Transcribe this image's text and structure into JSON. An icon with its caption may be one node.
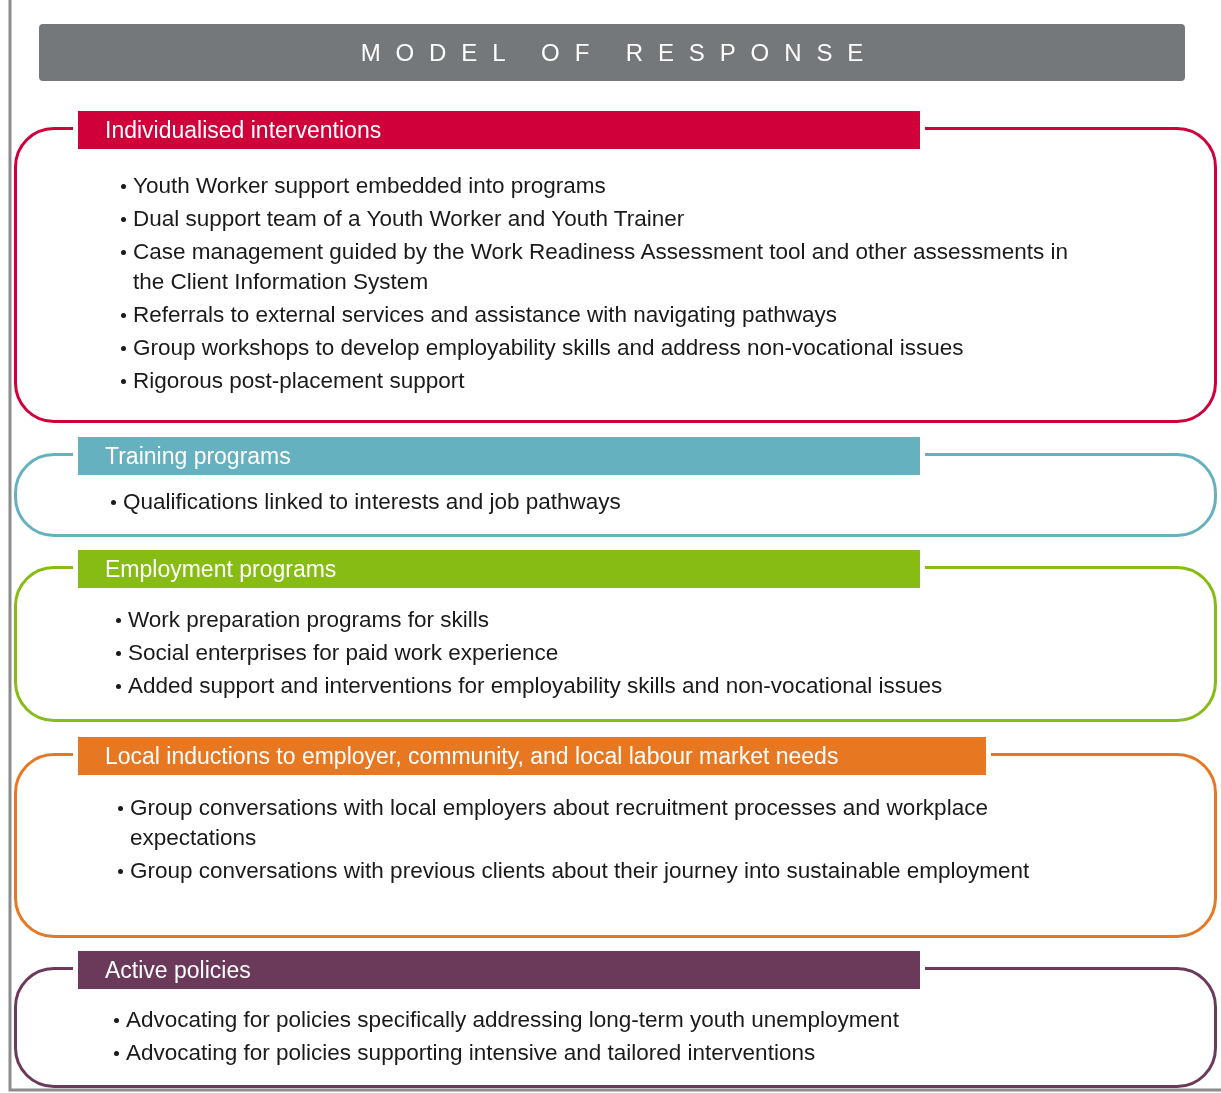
{
  "diagram": {
    "title": "MODEL OF RESPONSE",
    "nodes": [
      {
        "text": [
          "Individualised interventions",
          "Youth Worker support embedded into programs",
          "Dual support team of a Youth Worker and Youth Trainer",
          "Case management guided by the Work Readiness Assessment tool and other assessments in the Client Information System",
          "Referrals to external services and assistance with navigating pathways",
          "Group workshops to develop employability skills and address non-vocational issues",
          "Rigorous post-placement support"
        ]
      },
      {
        "text": [
          "Training programs",
          "Qualifications linked to interests and job pathways"
        ]
      },
      {
        "text": [
          "Employment programs",
          "Work preparation programs for skills",
          "Social enterprises for paid work experience",
          "Added support and interventions for employability skills and non-vocational issues"
        ]
      },
      {
        "text": [
          "Local inductions to employer, community, and local labour market needs",
          "Group conversations with local employers about recruitment processes and workplace expectations",
          "Group conversations with previous clients about their journey into sustainable employment"
        ]
      },
      {
        "text": [
          "Active policies",
          "Advocating for policies specifically addressing long-term youth unemployment",
          "Advocating for policies supporting intensive and tailored interventions"
        ]
      }
    ]
  }
}
